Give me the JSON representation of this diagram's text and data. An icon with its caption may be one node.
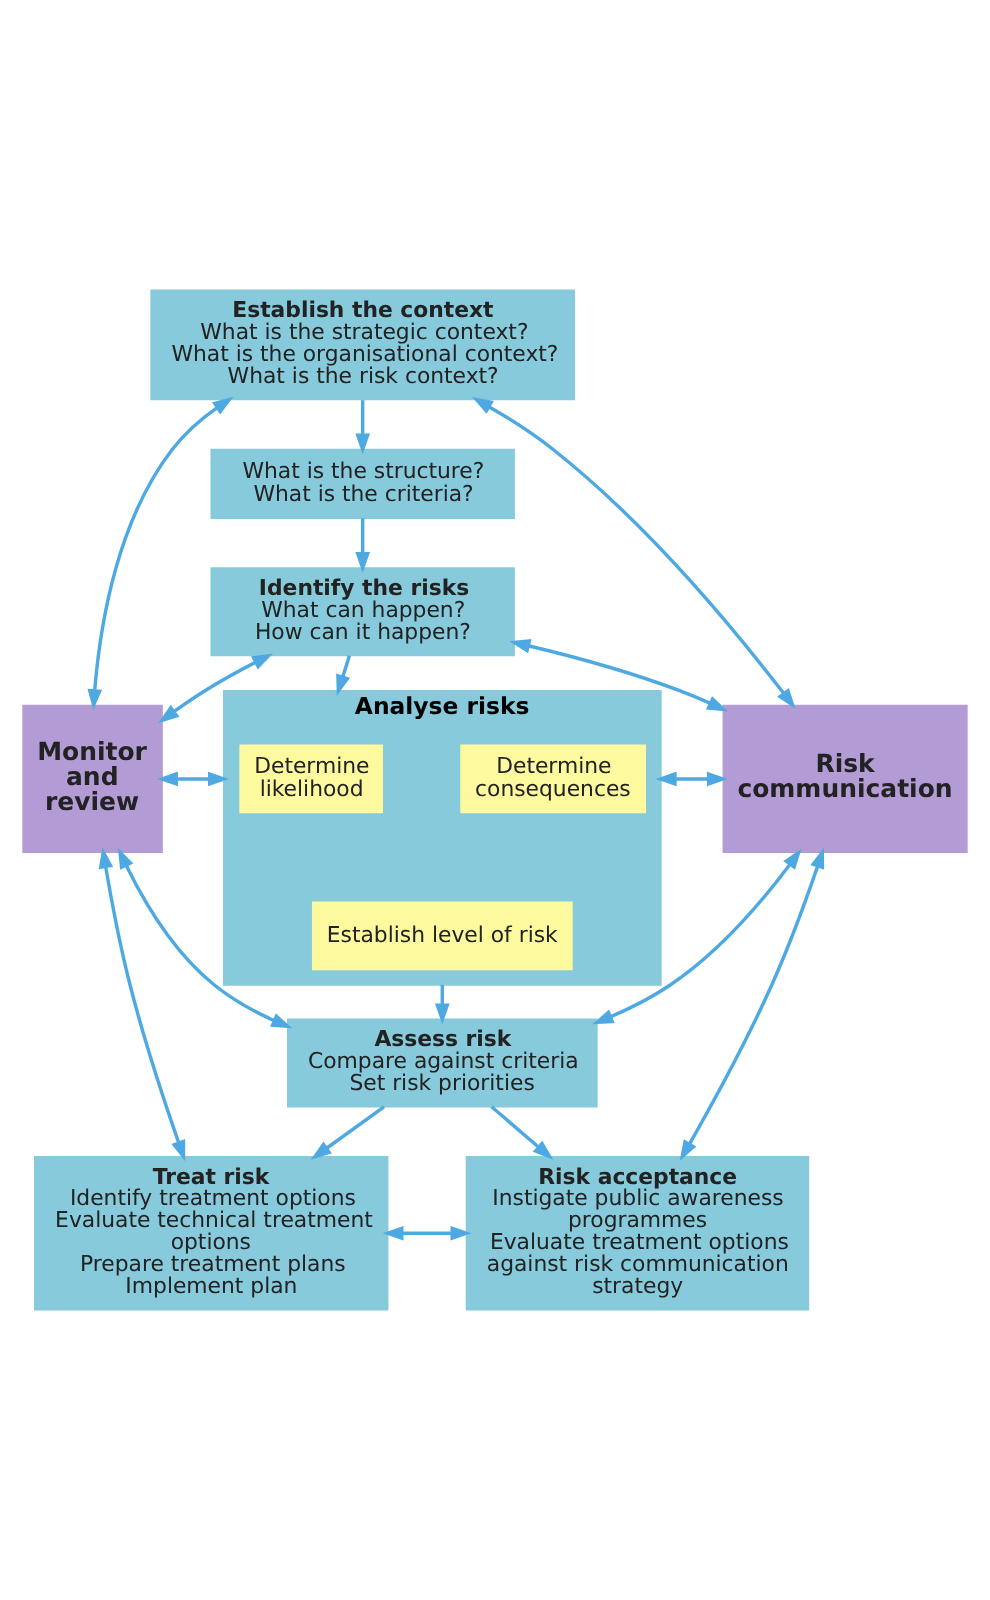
{
  "diagram": {
    "nodes": [
      {
        "text": [
          "Establish the context",
          "What is the strategic context?",
          "What is the organisational context?",
          "What is the risk context?"
        ]
      },
      {
        "text": [
          "Monitor and review"
        ]
      },
      {
        "text": [
          "Risk communication"
        ]
      },
      {
        "text": [
          "What is the structure?",
          "What is the criteria?"
        ]
      },
      {
        "text": [
          "Identify the risks",
          "What can happen?",
          "How can it happen?"
        ]
      },
      {
        "text": [
          "Analyse risks"
        ]
      },
      {
        "text": [
          "Determine likelihood"
        ],
        "in": 5
      },
      {
        "text": [
          "Determine consequences"
        ],
        "in": 5
      },
      {
        "text": [
          "Establish level of risk"
        ],
        "in": 5
      },
      {
        "text": [
          "Assess risk",
          "Compare against criteria",
          "Set risk priorities"
        ]
      },
      {
        "text": [
          "Treat risk",
          "Identify treatment options",
          "Evaluate technical treatment options",
          "Prepare treatment plans",
          "Implement plan"
        ]
      },
      {
        "text": [
          "Risk acceptance",
          "Instigate public awareness programmes",
          "Evaluate treatment options against risk communication strategy"
        ]
      }
    ],
    "edges": [
      {
        "from": 0,
        "to": 3,
        "arrow": "to"
      },
      {
        "from": 0,
        "to": 1,
        "arrow": "both"
      },
      {
        "from": 0,
        "to": 2,
        "arrow": "both"
      },
      {
        "from": 3,
        "to": 4,
        "arrow": "to"
      },
      {
        "from": 4,
        "to": 1,
        "arrow": "both"
      },
      {
        "from": 4,
        "to": 2,
        "arrow": "both"
      },
      {
        "from": 4,
        "to": 5,
        "arrow": "to"
      },
      {
        "from": 1,
        "to": 5,
        "arrow": "both"
      },
      {
        "from": 5,
        "to": 2,
        "arrow": "both"
      },
      {
        "from": 5,
        "to": 9,
        "arrow": "to"
      },
      {
        "from": 1,
        "to": 9,
        "arrow": "both"
      },
      {
        "from": 2,
        "to": 9,
        "arrow": "both"
      },
      {
        "from": 9,
        "to": 10,
        "arrow": "to"
      },
      {
        "from": 9,
        "to": 11,
        "arrow": "to"
      },
      {
        "from": 1,
        "to": 10,
        "arrow": "both"
      },
      {
        "from": 2,
        "to": 11,
        "arrow": "both"
      },
      {
        "from": 10,
        "to": 11,
        "arrow": "both"
      }
    ]
  }
}
